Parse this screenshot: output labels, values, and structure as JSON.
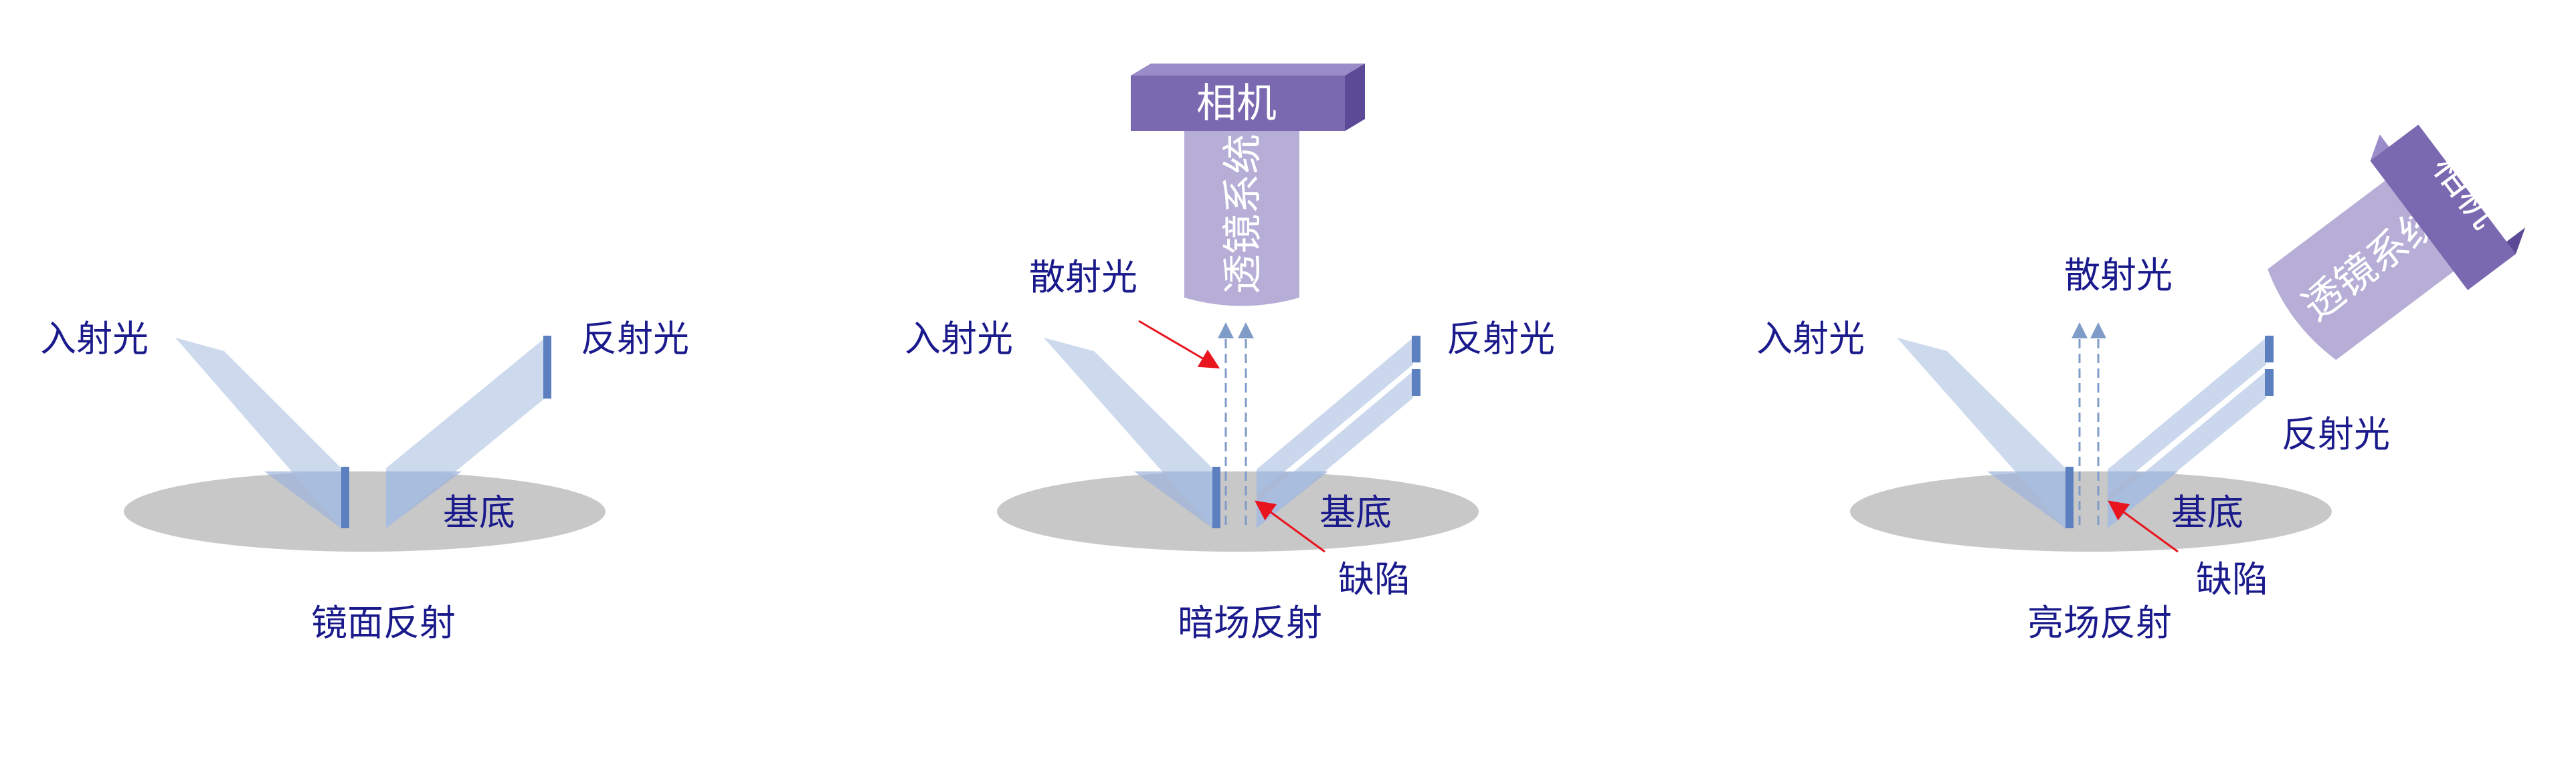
{
  "colors": {
    "label": "#1a1a8c",
    "substrate": "#c8c8c8",
    "beam": "#c4d3ea",
    "beam_overlap": "#9cb4dc",
    "slit": "#5b7fbf",
    "camera_front": "#7a68b0",
    "camera_top": "#9a8bc9",
    "camera_side": "#5c4a96",
    "lens": "#b6aed6",
    "arrow_red": "#e8141e",
    "scatter_line": "#7f9cc8"
  },
  "icons": [
    "arrow-icon"
  ],
  "panels": [
    {
      "incident_label": "入射光",
      "reflected_label": "反射光",
      "substrate_label": "基底",
      "caption": "镜面反射"
    },
    {
      "incident_label": "入射光",
      "reflected_label": "反射光",
      "scattered_label": "散射光",
      "substrate_label": "基底",
      "defect_label": "缺陷",
      "caption": "暗场反射",
      "camera_label": "相机",
      "lens_label": "透镜系统"
    },
    {
      "incident_label": "入射光",
      "reflected_label": "反射光",
      "scattered_label": "散射光",
      "substrate_label": "基底",
      "defect_label": "缺陷",
      "caption": "亮场反射",
      "camera_label": "相机",
      "lens_label": "透镜系统"
    }
  ]
}
